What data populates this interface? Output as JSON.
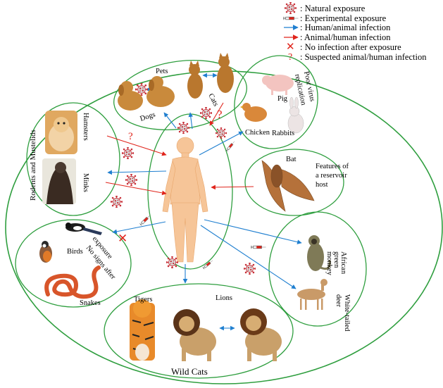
{
  "legend": {
    "natural": ": Natural exposure",
    "experimental": ": Experimental exposure",
    "human_animal": ": Human/animal  infection",
    "animal_human": ": Animal/human infection",
    "no_infection": ": No infection after exposure",
    "suspected": ": Suspected animal/human infection",
    "no_infection_symbol": "✕",
    "suspected_symbol": "?"
  },
  "groups": {
    "pets": "Pets",
    "dogs": "Dogs",
    "cats": "Cats",
    "pig": "Pig",
    "chicken": "Chicken",
    "rabbits": "Rabbits",
    "poor_replication_1": "Poor virus",
    "poor_replication_2": "replication",
    "rodents_mustelids": "Rodents and Mustelids",
    "hamsters": "Hamsters",
    "minks": "Minks",
    "bat": "Bat",
    "reservoir_1": "Features of",
    "reservoir_2": "a reservoir",
    "reservoir_3": "host",
    "birds": "Birds",
    "snakes": "Snakes",
    "no_signs_1": "No signs  after",
    "no_signs_2": "exposure",
    "monkey_1": "African",
    "monkey_2": "green",
    "monkey_3": "monkey",
    "deer_1": "White-tailed",
    "deer_2": "deer",
    "tigers": "Tigers",
    "lions": "Lions",
    "wild_cats": "Wild Cats"
  },
  "colors": {
    "circle": "#2e9e3e",
    "blue_arrow": "#1f7fd0",
    "red_arrow": "#e0241b",
    "virus": "#c8323a",
    "human": "#f6c598"
  },
  "icons": {
    "virus": "coronavirus-icon",
    "syringe": "syringe-icon",
    "cross": "cross-icon",
    "question": "question-mark-icon"
  }
}
